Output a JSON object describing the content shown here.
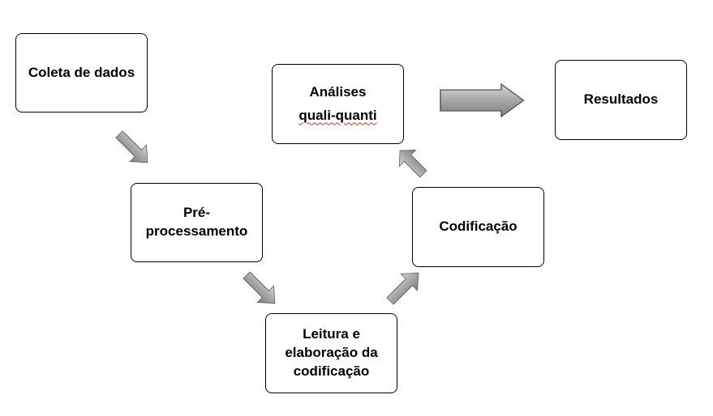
{
  "steps": {
    "coleta": {
      "label": "Coleta de dados"
    },
    "pre": {
      "line1": "Pré-",
      "line2": "processamento"
    },
    "leitura": {
      "line1": "Leitura e",
      "line2": "elaboração da",
      "line3": "codificação"
    },
    "codificacao": {
      "label": "Codificação"
    },
    "analises": {
      "line1": "Análises",
      "line2": "quali-quanti"
    },
    "resultados": {
      "label": "Resultados"
    }
  },
  "colors": {
    "arrow_fill": "#a9a9a9",
    "arrow_stroke": "#555555",
    "box_border": "#000000",
    "spellcheck_underline": "#d33333"
  }
}
